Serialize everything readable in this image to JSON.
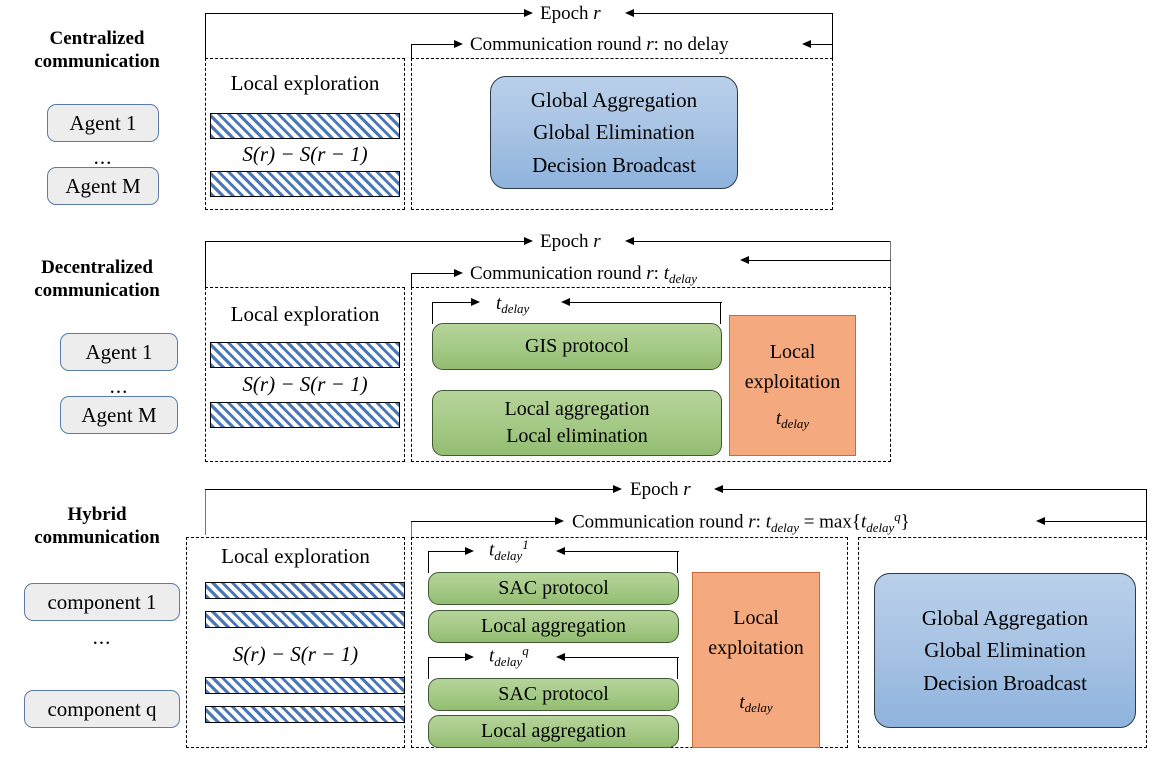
{
  "figure": {
    "type": "diagram",
    "description": "Three-row timeline comparison of centralized, decentralized and hybrid communication protocols",
    "colors": {
      "hatch_blue": "#4a77b8",
      "global_box_blue": "#a9c4e4",
      "protocol_green": "#a4c985",
      "exploitation_orange": "#f4a97e",
      "pill_gray": "#ededed",
      "pill_border_blue": "#5b7ca8",
      "line_black": "#000000"
    }
  },
  "common": {
    "local_exploration": "Local exploration",
    "s_formula": "S(r) − S(r − 1)",
    "ellipsis": "...",
    "epoch_label_prefix": "Epoch",
    "epoch_label_var": "r",
    "comm_round_prefix": "Communication round",
    "comm_round_var": "r",
    "global_box_lines": [
      "Global Aggregation",
      "Global Elimination",
      "Decision Broadcast"
    ],
    "icon_arrow_right": "arrow-right-icon",
    "icon_arrow_left": "arrow-left-icon"
  },
  "rows": [
    {
      "id": "centralized",
      "title_line1": "Centralized",
      "title_line2": "communication",
      "agents": [
        {
          "label": "Agent 1"
        },
        {
          "label": "Agent M"
        }
      ],
      "agent_ellipsis": "...",
      "epoch_label": "Epoch r",
      "comm_round_label": "Communication round r: no delay",
      "comm_round_suffix": "no delay",
      "exploration_label": "Local exploration",
      "formula": "S(r) − S(r − 1)",
      "hatch_bars": 2,
      "global_box": {
        "lines": [
          "Global Aggregation",
          "Global Elimination",
          "Decision Broadcast"
        ]
      }
    },
    {
      "id": "decentralized",
      "title_line1": "Decentralized",
      "title_line2": "communication",
      "agents": [
        {
          "label": "Agent 1"
        },
        {
          "label": "Agent M"
        }
      ],
      "agent_ellipsis": "...",
      "epoch_label": "Epoch r",
      "comm_round_label": "Communication round r: t_delay",
      "comm_round_suffix": "t",
      "comm_round_suffix_sub": "delay",
      "exploration_label": "Local exploration",
      "formula": "S(r) − S(r − 1)",
      "hatch_bars": 2,
      "inner_delay_label": {
        "base": "t",
        "sub": "delay"
      },
      "protocol_boxes": [
        {
          "lines": [
            "GIS protocol"
          ]
        },
        {
          "lines": [
            "Local aggregation",
            "Local elimination"
          ]
        }
      ],
      "exploitation_box": {
        "line1": "Local",
        "line2": "exploitation",
        "delay_base": "t",
        "delay_sub": "delay"
      }
    },
    {
      "id": "hybrid",
      "title_line1": "Hybrid",
      "title_line2": "communication",
      "agents": [
        {
          "label": "component 1"
        },
        {
          "label": "component q"
        }
      ],
      "agent_ellipsis": "...",
      "epoch_label": "Epoch r",
      "comm_round_label": "Communication round r: t_delay = max{t_delay^q}",
      "exploration_label": "Local exploration",
      "formula": "S(r) − S(r − 1)",
      "hatch_bars": 4,
      "delay_1": {
        "base": "t",
        "sub": "delay",
        "sup": "1"
      },
      "delay_q": {
        "base": "t",
        "sub": "delay",
        "sup": "q"
      },
      "protocol_groups": [
        {
          "protocol": "SAC protocol",
          "aggregation": "Local aggregation"
        },
        {
          "protocol": "SAC protocol",
          "aggregation": "Local aggregation"
        }
      ],
      "exploitation_box": {
        "line1": "Local",
        "line2": "exploitation",
        "delay_base": "t",
        "delay_sub": "delay"
      },
      "global_box": {
        "lines": [
          "Global Aggregation",
          "Global Elimination",
          "Decision Broadcast"
        ]
      }
    }
  ]
}
